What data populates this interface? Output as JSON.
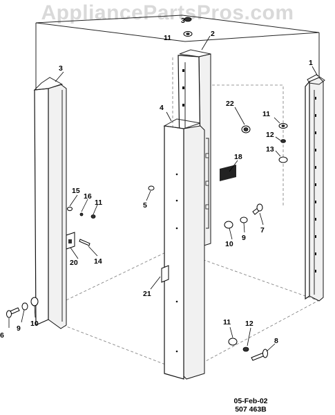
{
  "watermark": "AppliancePartsPros.com",
  "footer": {
    "date": "05-Feb-02",
    "doc_number": "507 463B"
  },
  "callouts": {
    "c1": "1",
    "c2": "2",
    "c3a": "3",
    "c3b": "3",
    "c4": "4",
    "c5": "5",
    "c6": "6",
    "c7": "7",
    "c8": "8",
    "c9a": "9",
    "c9b": "9",
    "c10a": "10",
    "c10b": "10",
    "c11a": "11",
    "c11b": "11",
    "c11c": "11",
    "c11d": "11",
    "c12a": "12",
    "c12b": "12",
    "c13": "13",
    "c14": "14",
    "c15": "15",
    "c16": "16",
    "c18": "18",
    "c20": "20",
    "c21": "21",
    "c22": "22"
  }
}
